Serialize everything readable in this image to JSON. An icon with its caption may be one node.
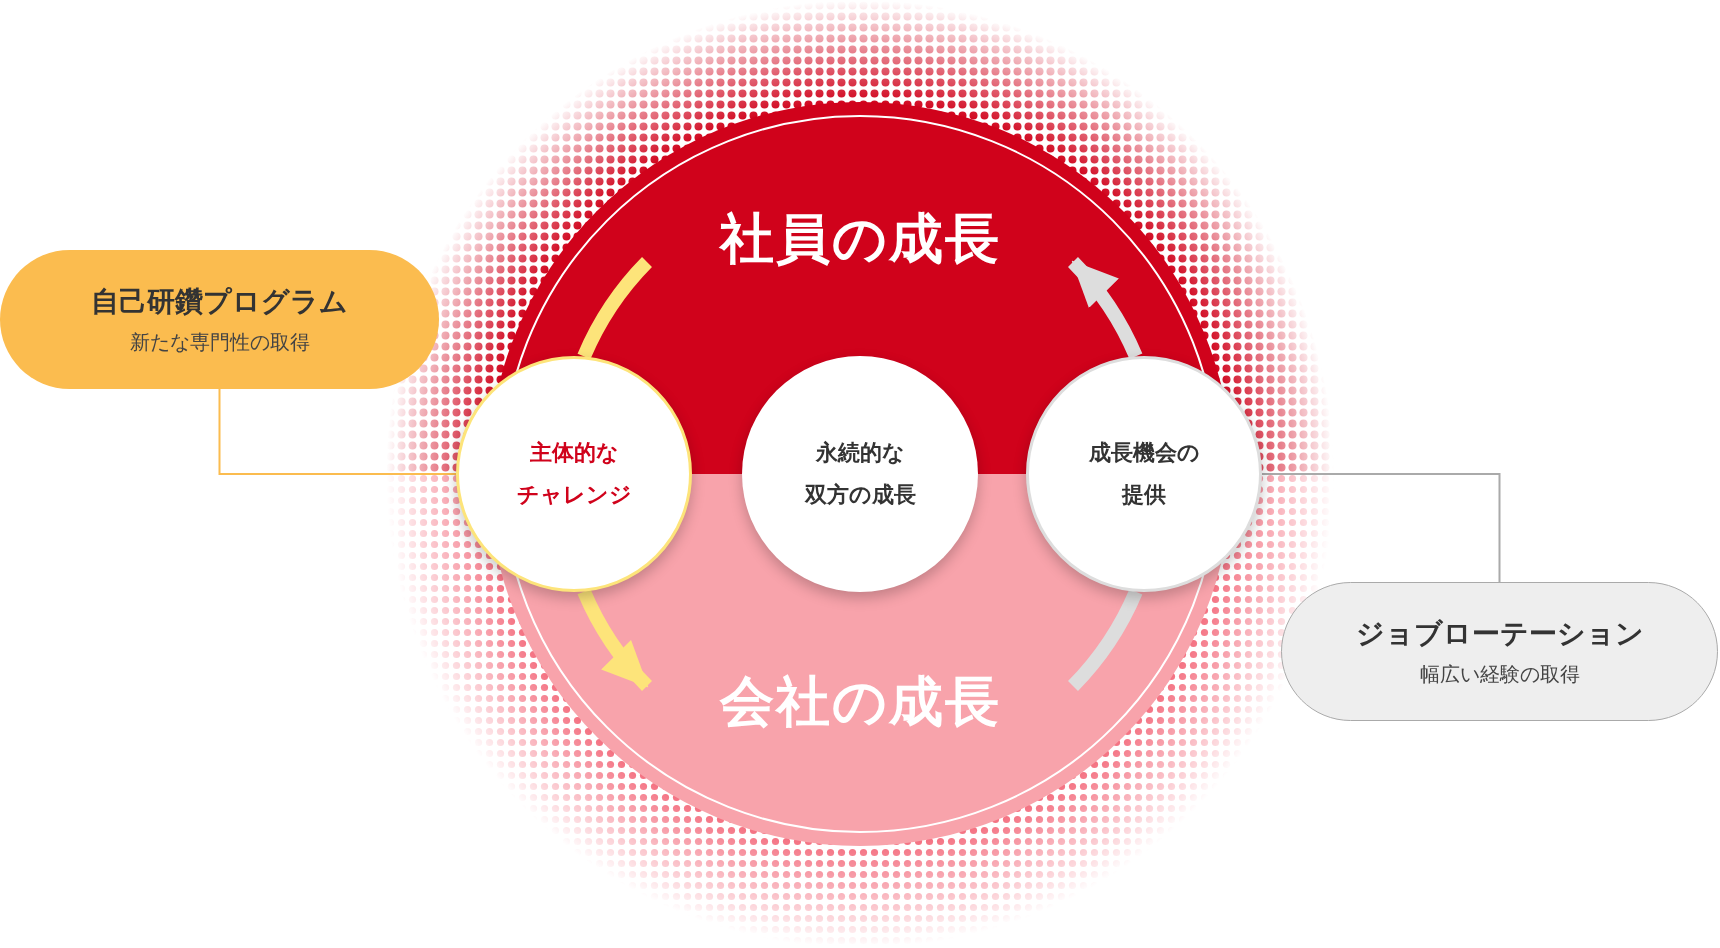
{
  "diagram": {
    "nodes": [
      {
        "text": [
          "社員の成長"
        ]
      },
      {
        "text": [
          "自己研鑽プログラム",
          "新たな専門性の取得"
        ]
      },
      {
        "text": [
          "主体的なチャレンジ"
        ]
      },
      {
        "text": [
          "永続的な双方の成長"
        ]
      },
      {
        "text": [
          "成長機会の提供"
        ]
      },
      {
        "text": [
          "ジョブローテーション",
          "幅広い経験の取得"
        ]
      },
      {
        "text": [
          "会社の成長"
        ]
      }
    ],
    "edges": [
      {
        "from": 1,
        "to": 2,
        "arrow": "none",
        "color": "#fbbc4f"
      },
      {
        "from": 4,
        "to": 5,
        "arrow": "none",
        "color": "#aaaaaa"
      },
      {
        "from": 0,
        "to": 2,
        "arrow": "none",
        "color": "#fde47a"
      },
      {
        "from": 2,
        "to": 6,
        "arrow": "to",
        "color": "#fde47a"
      },
      {
        "from": 6,
        "to": 4,
        "arrow": "none",
        "color": "#dddddd"
      },
      {
        "from": 4,
        "to": 0,
        "arrow": "to",
        "color": "#dddddd"
      }
    ]
  }
}
